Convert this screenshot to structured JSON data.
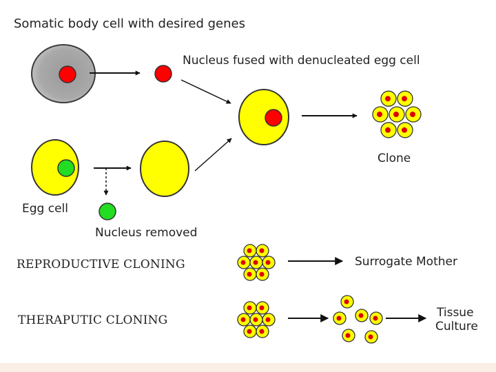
{
  "labels": {
    "title": "Somatic body cell with desired genes",
    "nucleus_fused": "Nucleus fused with denucleated egg cell",
    "clone": "Clone",
    "egg_cell": "Egg cell",
    "nucleus_removed": "Nucleus removed",
    "reproductive": "REPRODUCTIVE CLONING",
    "surrogate": "Surrogate Mother",
    "theraputic": "THERAPUTIC CLONING",
    "tissue_line1": "Tissue",
    "tissue_line2": "Culture"
  },
  "colors": {
    "yellow": "#ffff00",
    "red": "#ff0000",
    "green": "#22dd22",
    "gray": "#aaaaaa",
    "outline": "#333333",
    "footer": "#fbeee4"
  }
}
